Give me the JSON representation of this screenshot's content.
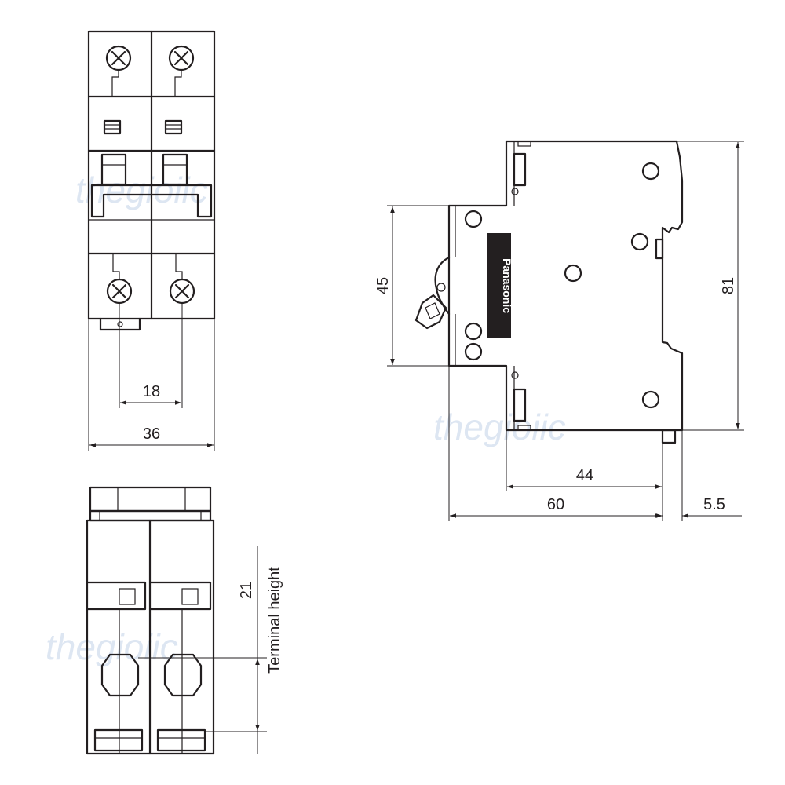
{
  "watermark": "thegioiic",
  "brand": "Panasonic",
  "colors": {
    "line": "#231f20",
    "watermark": "#dde6f2",
    "background": "#ffffff"
  },
  "front_view": {
    "dim_pole_pitch": "18",
    "dim_width": "36"
  },
  "side_view": {
    "dim_rail_height": "45",
    "dim_total_height": "81",
    "dim_front_depth": "44",
    "dim_depth": "60",
    "dim_lever_depth": "5.5"
  },
  "bottom_view": {
    "dim_terminal": "21",
    "label_terminal": "Terminal height"
  }
}
